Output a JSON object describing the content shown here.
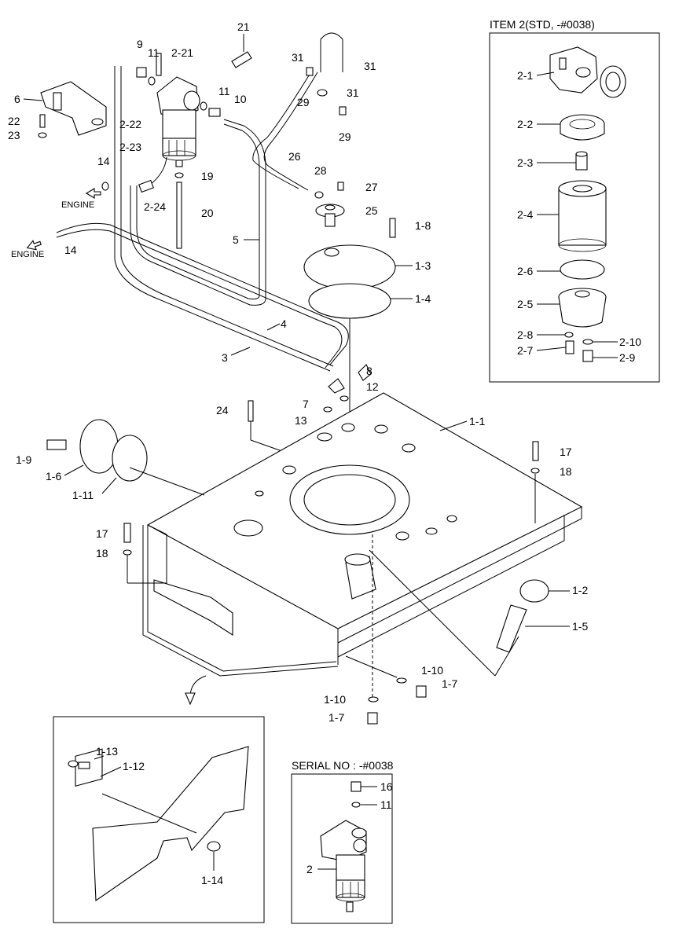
{
  "inset_titles": {
    "item2": "ITEM 2(STD, -#0038)",
    "serial": "SERIAL NO : -#0038"
  },
  "engine_labels": [
    "ENGINE",
    "ENGINE"
  ],
  "main_labels": [
    "21",
    "9",
    "11",
    "2-21",
    "6",
    "22",
    "23",
    "2-22",
    "2-23",
    "11",
    "10",
    "31",
    "31",
    "29",
    "31",
    "29",
    "14",
    "2-24",
    "19",
    "20",
    "26",
    "28",
    "27",
    "25",
    "1-8",
    "1-3",
    "5",
    "1-4",
    "14",
    "4",
    "3",
    "8",
    "12",
    "7",
    "13",
    "24",
    "1-1",
    "1-9",
    "1-6",
    "1-11",
    "17",
    "18",
    "17",
    "18",
    "1-2",
    "1-5",
    "1-10",
    "1-7",
    "1-10",
    "1-7"
  ],
  "item2_labels": [
    "2-1",
    "2-2",
    "2-3",
    "2-4",
    "2-6",
    "2-5",
    "2-8",
    "2-10",
    "2-7",
    "2-9"
  ],
  "lower_left_labels": [
    "1-13",
    "1-12",
    "1-14"
  ],
  "serial_labels": [
    "16",
    "11",
    "2"
  ]
}
